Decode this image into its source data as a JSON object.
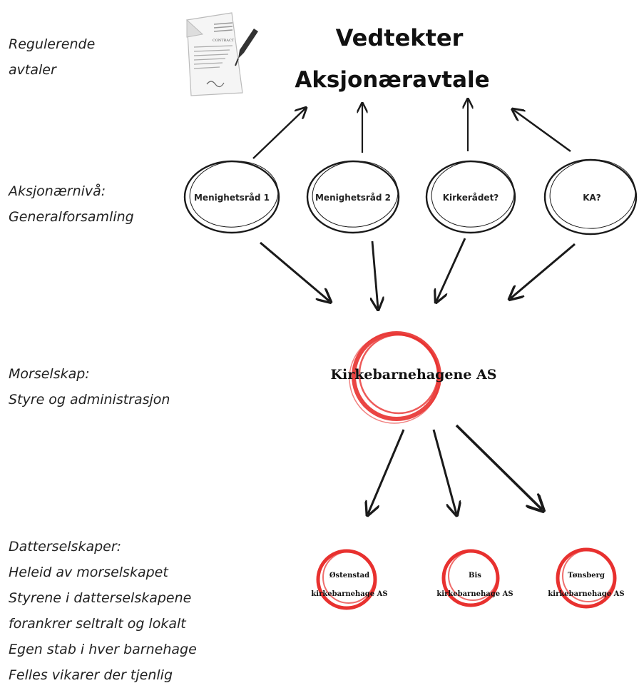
{
  "left_labels": {
    "regulerende": [
      "Regulerende",
      "avtaler"
    ],
    "aksjonaer": [
      "Aksjonærnivå:",
      "Generalforsamling"
    ],
    "morselskap": [
      "Morselskap:",
      "Styre og administrasjon"
    ],
    "datter": [
      "Datterselskaper:",
      "Heleid av morselskapet",
      "Styrene i datterselskapene",
      "forankrer seltralt og lokalt",
      "Egen stab i hver barnehage",
      "Felles vikarer der tjenlig"
    ]
  },
  "top": {
    "title1": "Vedtekter",
    "title2": "Aksjonæravtale",
    "contract_icon": "contract-document-icon",
    "contract_text": "CONTRACT"
  },
  "owners": [
    "Menighetsråd 1",
    "Menighetsråd 2",
    "Kirkerådet?",
    "KA?"
  ],
  "parent": "Kirkebarnehagene AS",
  "subsidiaries": [
    {
      "line1": "Østenstad",
      "line2": "kirkebarnehage AS"
    },
    {
      "line1": "Bis",
      "line2": "kirkebarnehage AS"
    },
    {
      "line1": "Tønsberg",
      "line2": "kirkebarnehage AS"
    }
  ],
  "colors": {
    "red_circle": "#e8312f",
    "ink": "#1a1a1a"
  }
}
